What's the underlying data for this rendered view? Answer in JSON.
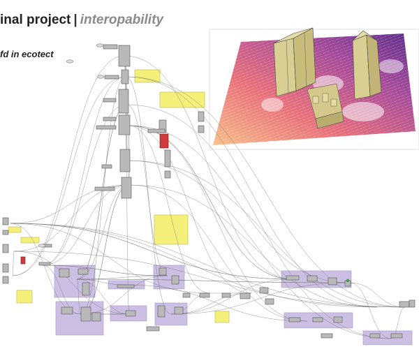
{
  "page": {
    "title_main": "inal project",
    "title_sep": "|",
    "title_sub": "interopability",
    "subtitle": "fd in ecotect"
  },
  "colors": {
    "panel_yellow": "#f5f07a",
    "group_purple": "#cbbfe3",
    "component_grey": "#b9b9b9",
    "wire": "#6a6a6a",
    "error_red": "#d03a3a",
    "building": "#d4c98a",
    "field_low": "#f4b07a",
    "field_high": "#5a2d8a"
  },
  "icons": [
    "grasshopper-component-icon",
    "cfd-vector-field-icon"
  ]
}
